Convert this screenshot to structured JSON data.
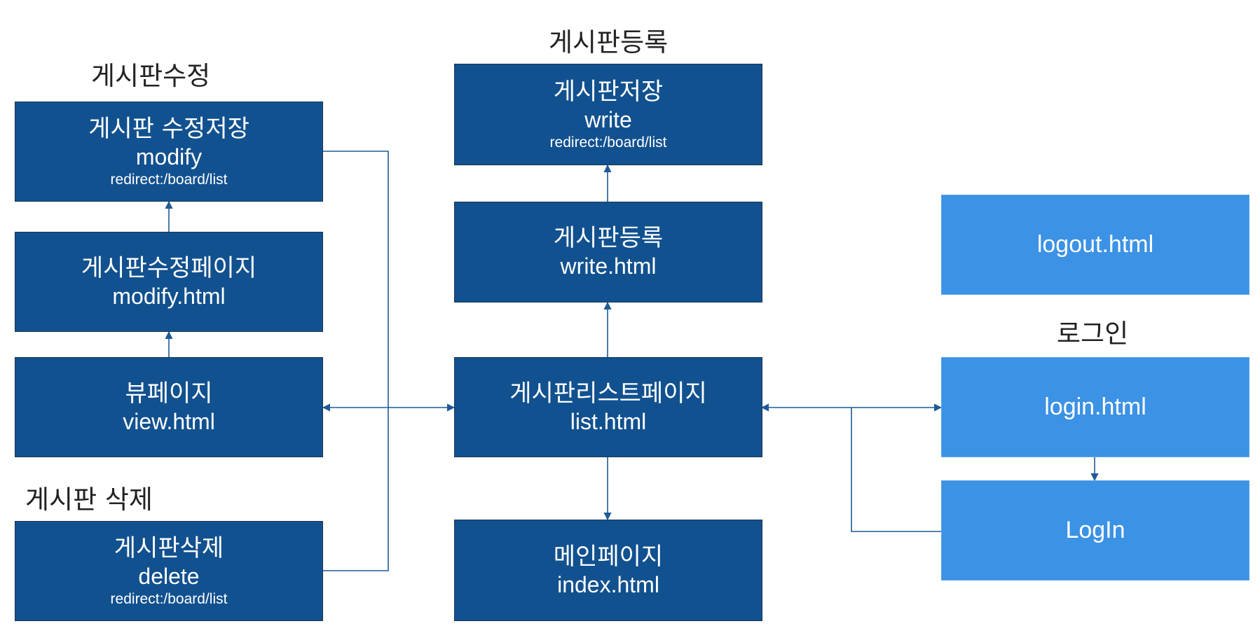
{
  "section_labels": {
    "board_modify": "게시판수정",
    "board_register": "게시판등록",
    "board_delete": "게시판 삭제",
    "login": "로그인"
  },
  "nodes": {
    "modify_save": {
      "title": "게시판 수정저장",
      "name": "modify",
      "sub": "redirect:/board/list"
    },
    "modify_page": {
      "title": "게시판수정페이지",
      "name": "modify.html"
    },
    "view_page": {
      "title": "뷰페이지",
      "name": "view.html"
    },
    "delete": {
      "title": "게시판삭제",
      "name": "delete",
      "sub": "redirect:/board/list"
    },
    "write_save": {
      "title": "게시판저장",
      "name": "write",
      "sub": "redirect:/board/list"
    },
    "write_page": {
      "title": "게시판등록",
      "name": "write.html"
    },
    "list_page": {
      "title": "게시판리스트페이지",
      "name": "list.html"
    },
    "main_page": {
      "title": "메인페이지",
      "name": "index.html"
    },
    "logout": {
      "name": "logout.html"
    },
    "login_page": {
      "name": "login.html"
    },
    "login_action": {
      "name": "LogIn"
    }
  },
  "colors": {
    "dark_box": "#12518f",
    "light_box": "#3c92e4",
    "connector": "#1f5a96"
  }
}
